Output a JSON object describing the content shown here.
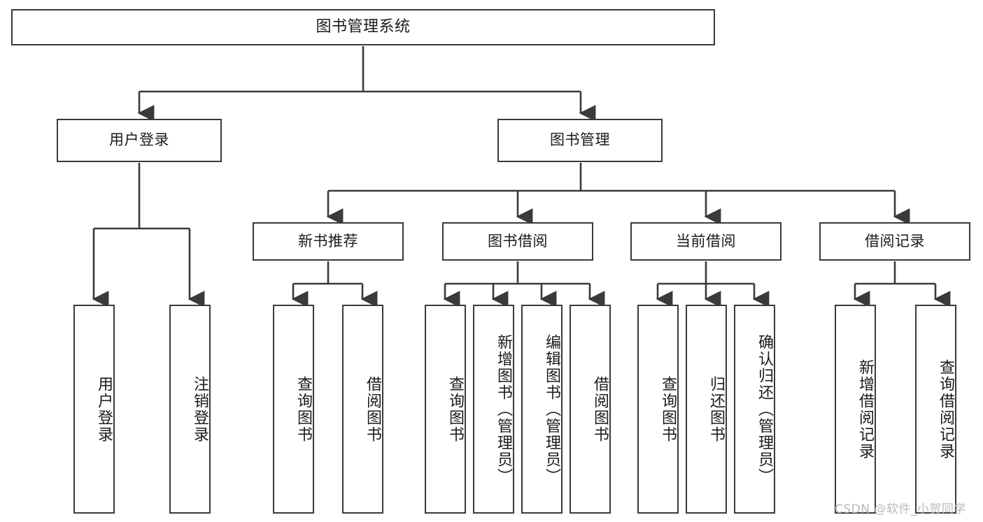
{
  "diagram": {
    "title": "图书管理系统",
    "type": "tree-hierarchy",
    "root": {
      "label": "图书管理系统"
    },
    "level1": [
      {
        "label": "用户登录"
      },
      {
        "label": "图书管理"
      }
    ],
    "level2": [
      {
        "label": "新书推荐"
      },
      {
        "label": "图书借阅"
      },
      {
        "label": "当前借阅"
      },
      {
        "label": "借阅记录"
      }
    ],
    "leaves": {
      "user_login": [
        {
          "label": "用户登录"
        },
        {
          "label": "注销登录"
        }
      ],
      "new_book_recommend": [
        {
          "label": "查询图书"
        },
        {
          "label": "借阅图书"
        }
      ],
      "book_borrow": [
        {
          "label": "查询图书"
        },
        {
          "label": "新增图书（管理员）"
        },
        {
          "label": "编辑图书（管理员）"
        },
        {
          "label": "借阅图书"
        }
      ],
      "current_borrow": [
        {
          "label": "查询图书"
        },
        {
          "label": "归还图书"
        },
        {
          "label": "确认归还（管理员）"
        }
      ],
      "borrow_record": [
        {
          "label": "新增借阅记录"
        },
        {
          "label": "查询借阅记录"
        }
      ]
    }
  },
  "watermark": {
    "text": "CSDN @软件_小贺同学"
  },
  "colors": {
    "border": "#3a3a3a",
    "text": "#1b1b1b",
    "background": "#ffffff",
    "watermark": "#b9b9b9"
  }
}
